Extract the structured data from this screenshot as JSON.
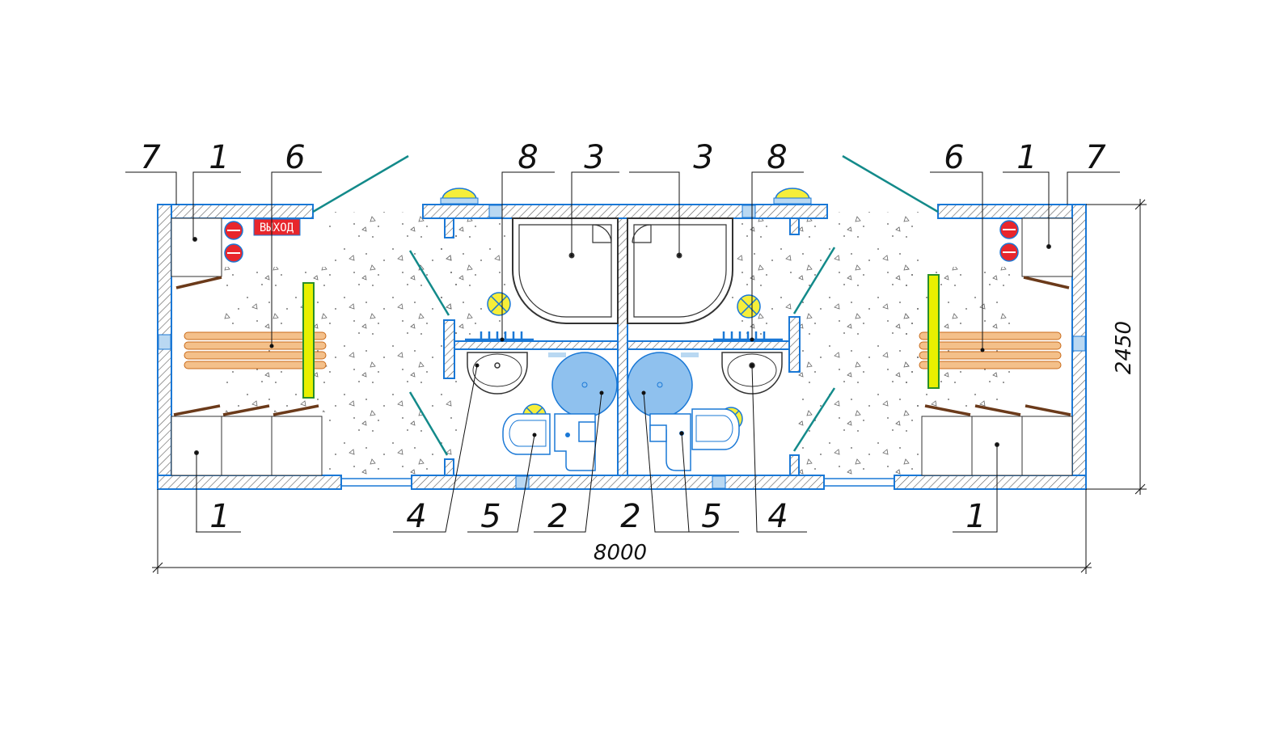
{
  "title": "",
  "colors": {
    "wall_outline": "#1a78d6",
    "hatch": "#555555",
    "bench_fill": "#f4c08a",
    "bench_stroke": "#c96a1a",
    "hanger": "#e8f000",
    "hanger_stroke": "#2a8f2a",
    "lamp": "#f6ee3a",
    "water_heater": "#8fc1ee",
    "heater_red": "#e8262c",
    "sign_red": "#e8262c",
    "window_teal": "#138a8a",
    "door_brown": "#6b3a1a"
  },
  "icons": [
    "light-fixture-icon",
    "ceiling-lamp-icon",
    "water-heater-icon",
    "washbasin-icon",
    "toilet-icon",
    "shower-tray-icon",
    "bench-icon",
    "clothes-hanger-icon",
    "locker-icon",
    "electric-heater-icon",
    "exit-sign-icon",
    "vent-icon"
  ],
  "labels": {
    "top_left": [
      "7",
      "1",
      "6"
    ],
    "top_center": [
      "8",
      "3",
      "3",
      "8"
    ],
    "top_right": [
      "6",
      "1",
      "7"
    ],
    "bottom": [
      "1",
      "4",
      "5",
      "2",
      "2",
      "5",
      "4",
      "1"
    ]
  },
  "dimensions": {
    "width": "8000",
    "height": "2450"
  },
  "exit_sign": "ВЫХОД"
}
